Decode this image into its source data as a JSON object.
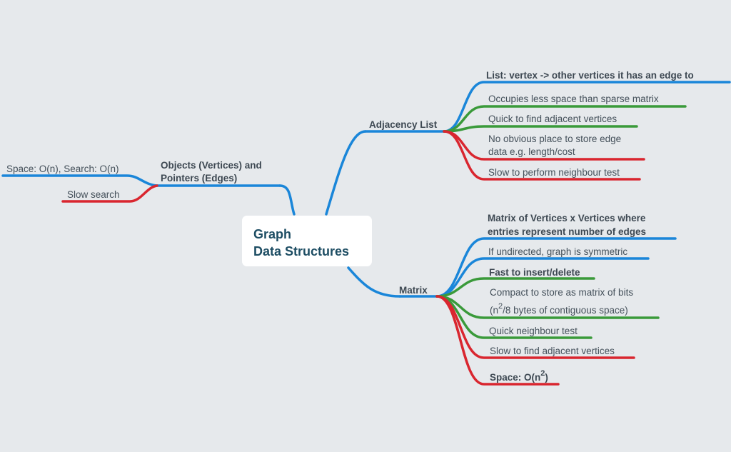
{
  "root": {
    "line1": "Graph",
    "line2": "Data Structures"
  },
  "branches": {
    "objects": {
      "label_line1": "Objects (Vertices) and",
      "label_line2": "Pointers (Edges)",
      "children": [
        "Space: O(n), Search: O(n)",
        "Slow search"
      ]
    },
    "adjacency": {
      "label": "Adjacency List",
      "children": [
        "List: vertex -> other vertices it has an edge to",
        "Occupies less space than sparse matrix",
        "Quick to find adjacent vertices",
        "No obvious place to store edge",
        "data e.g. length/cost",
        "Slow to perform neighbour test"
      ]
    },
    "matrix": {
      "label": "Matrix",
      "c1_line1": "Matrix of Vertices x Vertices where",
      "c1_line2": "entries represent number of edges",
      "c2": "If undirected, graph is symmetric",
      "c3": "Fast to insert/delete",
      "c4_line1": "Compact to store as matrix of bits",
      "c4_pre": "(n",
      "c4_sup": "2",
      "c4_post": "/8 bytes of contiguous space)",
      "c5": "Quick neighbour test",
      "c6": "Slow to find adjacent vertices",
      "c7_pre": "Space: O(n",
      "c7_sup": "2",
      "c7_post": ")"
    }
  },
  "colors": {
    "blue": "#1a86d9",
    "green": "#3a9a3a",
    "red": "#d9262f",
    "background": "#e6e9ec",
    "title": "#1d4d63"
  }
}
